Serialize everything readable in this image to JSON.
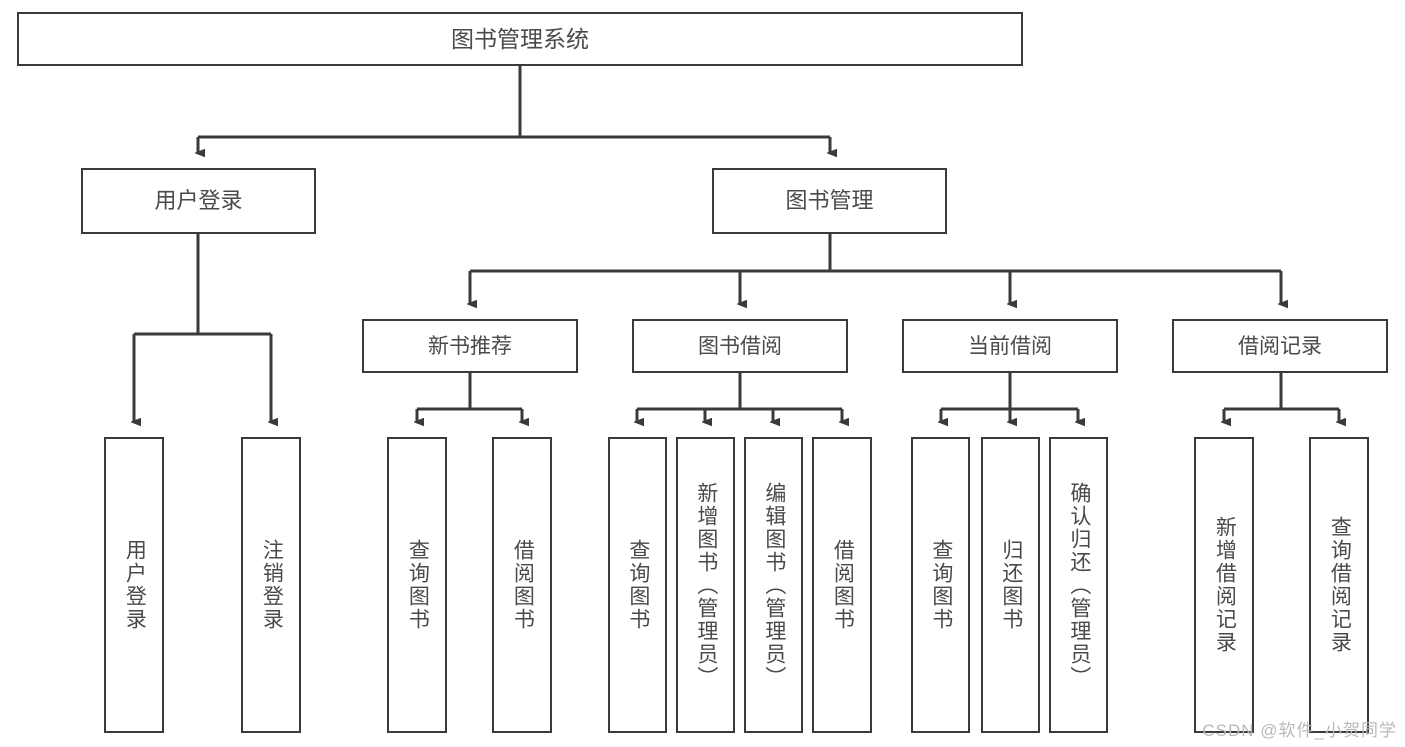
{
  "diagram": {
    "title": "图书管理系统",
    "type": "tree",
    "colors": {
      "box_border": "#3a3a3a",
      "box_fill": "#ffffff",
      "text": "#4a4a4a",
      "connector": "#3a3a3a",
      "watermark": "#b9b9b9",
      "background": "#ffffff"
    },
    "root": {
      "label": "图书管理系统"
    },
    "level2": [
      {
        "label": "用户登录"
      },
      {
        "label": "图书管理"
      }
    ],
    "level3": [
      {
        "label": "新书推荐"
      },
      {
        "label": "图书借阅"
      },
      {
        "label": "当前借阅"
      },
      {
        "label": "借阅记录"
      }
    ],
    "leaves": {
      "user_login": [
        {
          "label": "用户登录"
        },
        {
          "label": "注销登录"
        }
      ],
      "new_book_recommend": [
        {
          "label": "查询图书"
        },
        {
          "label": "借阅图书"
        }
      ],
      "book_borrow": [
        {
          "label": "查询图书"
        },
        {
          "label": "新增图书（管理员）"
        },
        {
          "label": "编辑图书（管理员）"
        },
        {
          "label": "借阅图书"
        }
      ],
      "current_borrow": [
        {
          "label": "查询图书"
        },
        {
          "label": "归还图书"
        },
        {
          "label": "确认归还（管理员）"
        }
      ],
      "borrow_record": [
        {
          "label": "新增借阅记录"
        },
        {
          "label": "查询借阅记录"
        }
      ]
    }
  },
  "watermark": {
    "text": "CSDN @软件_小贺同学"
  }
}
